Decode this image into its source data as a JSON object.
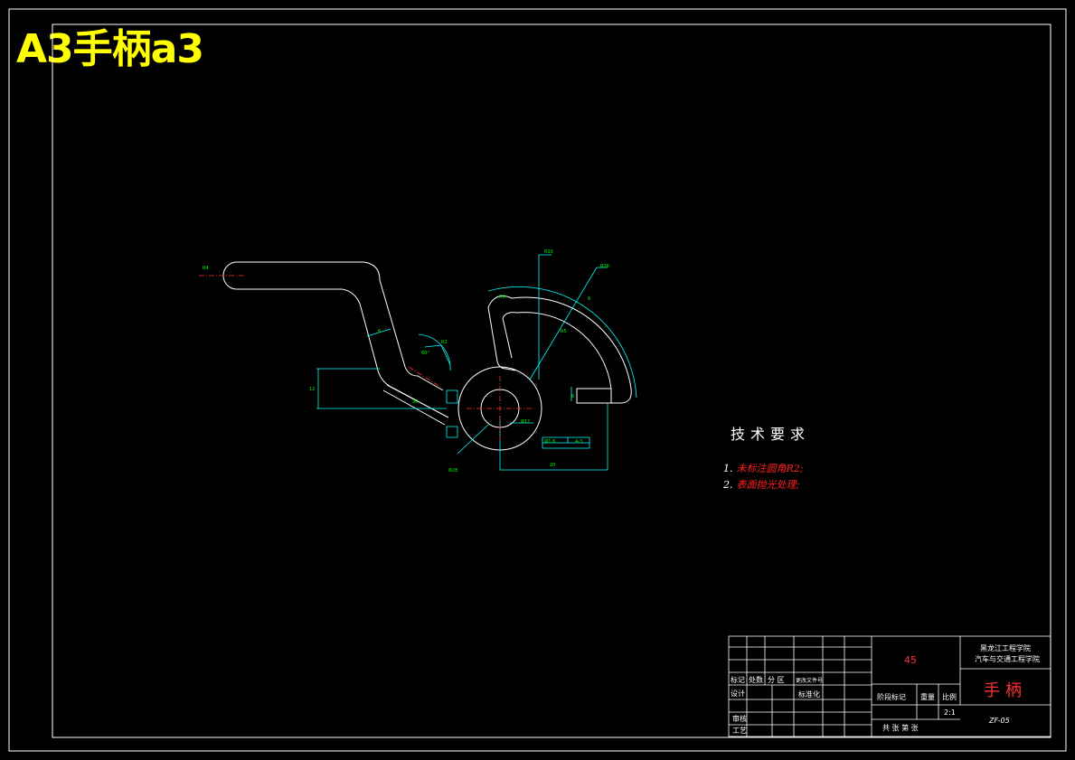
{
  "header": {
    "title": "A3手柄a3"
  },
  "drawing": {
    "labels": {
      "d1": "R4",
      "d2": "R10",
      "d3": "R26",
      "d4": "R6",
      "d5": "R5",
      "d6": "6",
      "d7": "R2",
      "d8": "12",
      "d9": "60°",
      "d10": "30",
      "d11": "6",
      "d12": "6",
      "d13": "Φ12",
      "d14": "Φ28",
      "d15": "20",
      "d16": "4-3",
      "d17": "Ф1.6"
    }
  },
  "tech_requirements": {
    "title": "技术要求",
    "items": [
      {
        "num": "1.",
        "text": "未标注圆角R2;"
      },
      {
        "num": "2.",
        "text": "表面抛光处理;"
      }
    ]
  },
  "title_block": {
    "material": "45",
    "school_line1": "黑龙江工程学院",
    "school_line2": "汽车与交通工程学院",
    "part_name": "手柄",
    "drawing_no": "ZF-05",
    "scale": "2:1",
    "row_labels": {
      "mark": "标记",
      "count": "处数",
      "zone": "分 区",
      "change_doc": "更改文件号",
      "design": "设计",
      "standardize": "标准化",
      "stage_mark": "阶段标记",
      "weight": "重量",
      "ratio": "比例",
      "review": "审核",
      "process": "工艺",
      "sheets": "共 张 第 张"
    }
  }
}
